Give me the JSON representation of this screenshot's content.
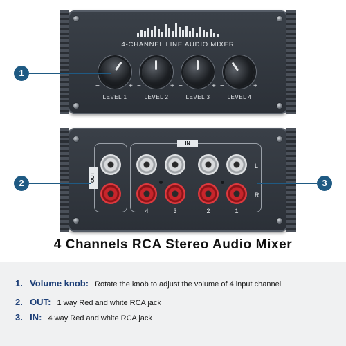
{
  "top_panel": {
    "title": "4-CHANNEL LINE AUDIO MIXER",
    "knobs": [
      {
        "label": "LEVEL 1"
      },
      {
        "label": "LEVEL 2"
      },
      {
        "label": "LEVEL 3"
      },
      {
        "label": "LEVEL 4"
      }
    ],
    "minus": "−",
    "plus": "+"
  },
  "rear_panel": {
    "in_tag": "IN",
    "out_tag": "OUT",
    "left_label": "L",
    "right_label": "R",
    "jack_numbers": [
      "4",
      "3",
      "2",
      "1"
    ]
  },
  "callouts": [
    "1",
    "2",
    "3"
  ],
  "headline": "4 Channels RCA Stereo Audio Mixer",
  "features": [
    {
      "num": "1.",
      "key": "Volume knob:",
      "text": "Rotate the knob to adjust the volume of 4 input channel"
    },
    {
      "num": "2.",
      "key": "OUT:",
      "text": "1 way Red and white RCA jack"
    },
    {
      "num": "3.",
      "key": "IN:",
      "text": "4 way Red and white RCA jack"
    }
  ],
  "colors": {
    "accent": "#1d3f77",
    "callout": "#1f5a83",
    "jack_red": "#c8252b",
    "jack_white": "#d8dadc"
  }
}
